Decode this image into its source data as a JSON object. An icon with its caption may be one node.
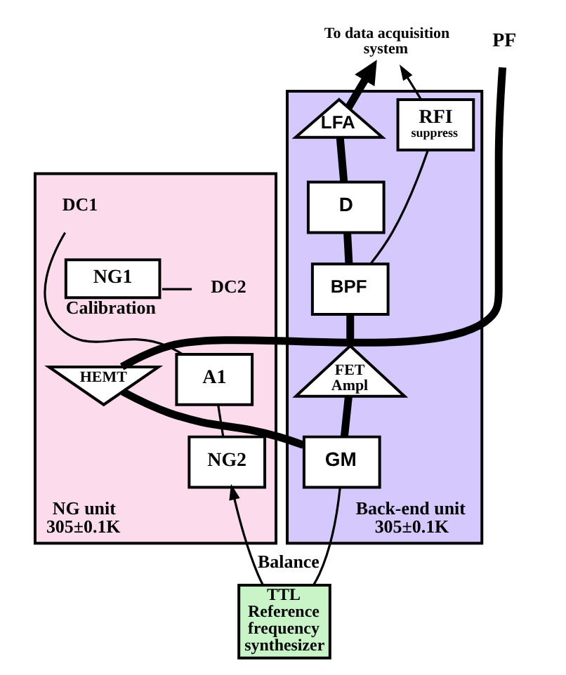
{
  "diagram": {
    "nodes": [
      {
        "text": [
          "To data acquisition system"
        ]
      },
      {
        "text": [
          "PF"
        ]
      },
      {
        "text": [
          "NG unit",
          "305±0.1K"
        ]
      },
      {
        "text": [
          "DC1"
        ],
        "in": 2
      },
      {
        "text": [
          "DC2"
        ],
        "in": 2
      },
      {
        "text": [
          "NG1"
        ],
        "beside": [
          "Calibration"
        ],
        "in": 2
      },
      {
        "text": [
          "A1"
        ],
        "in": 2
      },
      {
        "text": [
          "NG2"
        ],
        "in": 2
      },
      {
        "text": [
          "HEMT"
        ],
        "in": 2
      },
      {
        "text": [
          "Back-end unit",
          "305±0.1K"
        ]
      },
      {
        "text": [
          "LFA"
        ],
        "in": 9
      },
      {
        "text": [
          "RFI",
          "suppress"
        ],
        "in": 9
      },
      {
        "text": [
          "D"
        ],
        "in": 9
      },
      {
        "text": [
          "BPF"
        ],
        "in": 9
      },
      {
        "text": [
          "FET Ampl"
        ],
        "in": 9
      },
      {
        "text": [
          "GM"
        ],
        "in": 9
      },
      {
        "text": [
          "TTL",
          "Reference frequency synthesizer"
        ]
      }
    ],
    "edges": [
      {
        "from": 1,
        "to": 8,
        "arrow": "none",
        "style": "thick"
      },
      {
        "from": 8,
        "to": 15,
        "arrow": "none",
        "style": "thick"
      },
      {
        "from": 15,
        "to": 14,
        "arrow": "none",
        "style": "thick"
      },
      {
        "from": 14,
        "to": 13,
        "arrow": "none",
        "style": "thick"
      },
      {
        "from": 13,
        "to": 12,
        "arrow": "none",
        "style": "thick"
      },
      {
        "from": 12,
        "to": 10,
        "arrow": "none",
        "style": "thick"
      },
      {
        "from": 10,
        "to": 0,
        "arrow": "to",
        "style": "thick"
      },
      {
        "from": 13,
        "to": 11,
        "arrow": "none"
      },
      {
        "from": 11,
        "to": 0,
        "arrow": "to"
      },
      {
        "from": 7,
        "to": 6,
        "arrow": "none"
      },
      {
        "from": 6,
        "to": 3,
        "arrow": "none"
      },
      {
        "from": 5,
        "to": 4,
        "arrow": "none"
      },
      {
        "from": 16,
        "to": 7,
        "arrow": "to",
        "label": "Balance"
      },
      {
        "from": 16,
        "to": 15,
        "arrow": "none"
      }
    ]
  }
}
